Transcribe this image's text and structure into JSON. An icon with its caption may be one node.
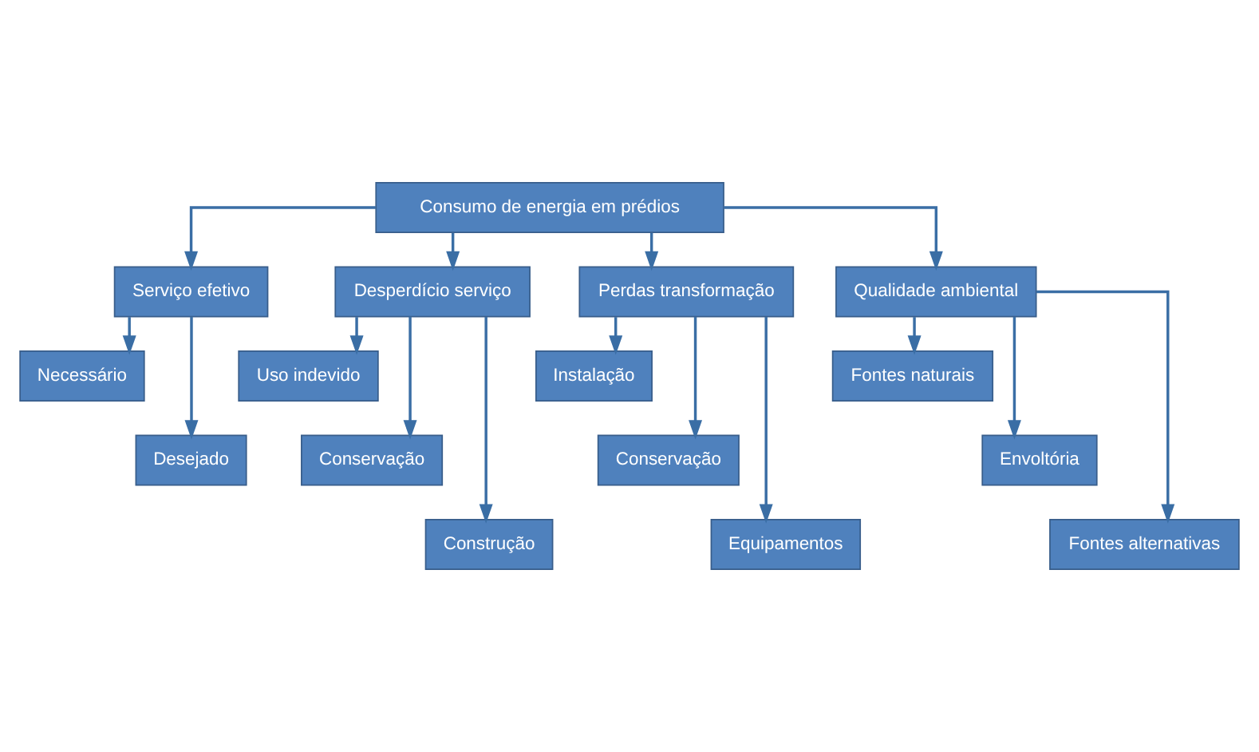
{
  "diagram": {
    "nodes": [
      {
        "text": [
          "Consumo de energia em prédios"
        ]
      },
      {
        "text": [
          "Serviço efetivo"
        ]
      },
      {
        "text": [
          "Desperdício serviço"
        ]
      },
      {
        "text": [
          "Perdas transformação"
        ]
      },
      {
        "text": [
          "Qualidade ambiental"
        ]
      },
      {
        "text": [
          "Necessário"
        ]
      },
      {
        "text": [
          "Desejado"
        ]
      },
      {
        "text": [
          "Uso indevido"
        ]
      },
      {
        "text": [
          "Conservação"
        ]
      },
      {
        "text": [
          "Construção"
        ]
      },
      {
        "text": [
          "Instalação"
        ]
      },
      {
        "text": [
          "Conservação"
        ]
      },
      {
        "text": [
          "Equipamentos"
        ]
      },
      {
        "text": [
          "Fontes naturais"
        ]
      },
      {
        "text": [
          "Envoltória"
        ]
      },
      {
        "text": [
          "Fontes alternativas"
        ]
      }
    ],
    "edges": [
      {
        "from": 0,
        "to": 1,
        "arrow": "to"
      },
      {
        "from": 0,
        "to": 2,
        "arrow": "to"
      },
      {
        "from": 0,
        "to": 3,
        "arrow": "to"
      },
      {
        "from": 0,
        "to": 4,
        "arrow": "to"
      },
      {
        "from": 1,
        "to": 5,
        "arrow": "to"
      },
      {
        "from": 1,
        "to": 6,
        "arrow": "to"
      },
      {
        "from": 2,
        "to": 7,
        "arrow": "to"
      },
      {
        "from": 2,
        "to": 8,
        "arrow": "to"
      },
      {
        "from": 2,
        "to": 9,
        "arrow": "to"
      },
      {
        "from": 3,
        "to": 10,
        "arrow": "to"
      },
      {
        "from": 3,
        "to": 11,
        "arrow": "to"
      },
      {
        "from": 3,
        "to": 12,
        "arrow": "to"
      },
      {
        "from": 4,
        "to": 13,
        "arrow": "to"
      },
      {
        "from": 4,
        "to": 14,
        "arrow": "to"
      },
      {
        "from": 4,
        "to": 15,
        "arrow": "to"
      }
    ]
  }
}
